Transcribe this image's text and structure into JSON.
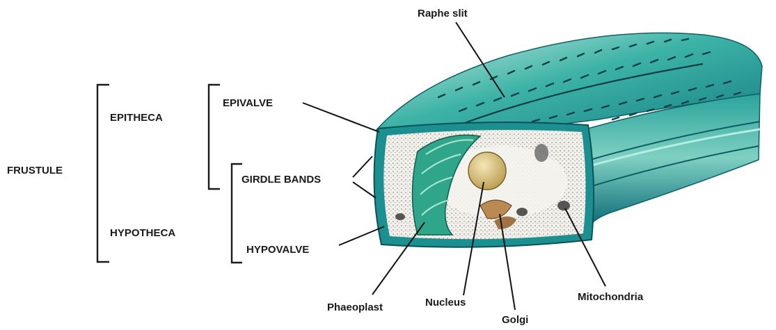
{
  "labels": {
    "frustule": "FRUSTULE",
    "epitheca": "EPITHECA",
    "hypotheca": "HYPOTHECA",
    "epivalve": "EPIVALVE",
    "girdle_bands": "GIRDLE BANDS",
    "hypovalve": "HYPOVALVE",
    "raphe_slit": "Raphe slit",
    "phaeoplast": "Phaeoplast",
    "nucleus": "Nucleus",
    "golgi": "Golgi",
    "mitochondria": "Mitochondria"
  },
  "colors": {
    "shell_teal": "#1f9a98",
    "shell_light": "#8fd6cc",
    "shell_dark": "#0f6a70",
    "interior": "#f1f0ea",
    "speckle": "#3c3c3c",
    "nucleus": "#d9c27a",
    "golgi": "#b98a52",
    "chloroplast": "#2fa58a"
  }
}
